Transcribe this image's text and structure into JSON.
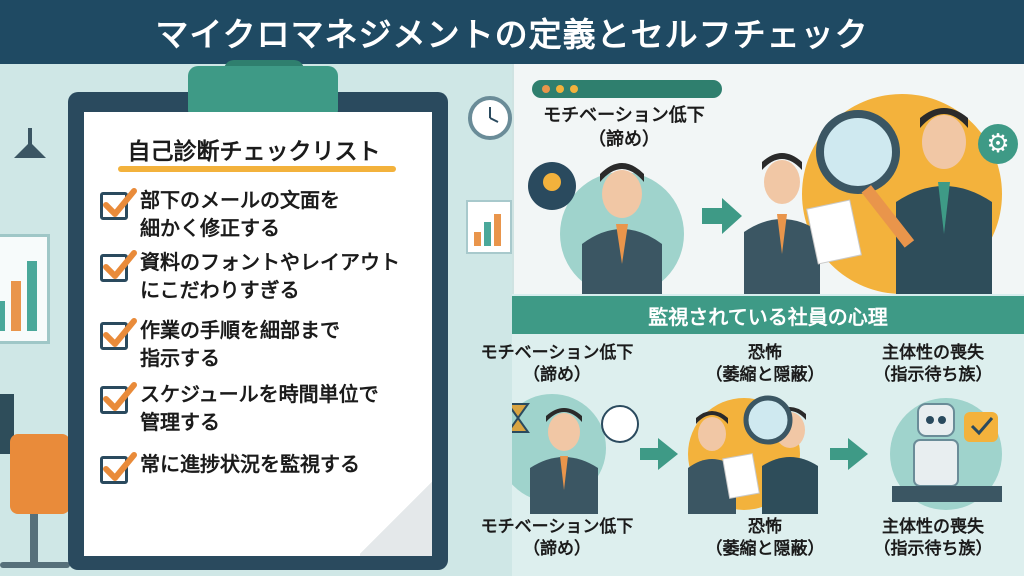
{
  "header": {
    "title": "マイクロマネジメントの定義とセルフチェック"
  },
  "checklist": {
    "title": "自己診断チェックリスト",
    "items": [
      {
        "line1": "部下のメールの文面を",
        "line2": "細かく修正する"
      },
      {
        "line1": "資料のフォントやレイアウト",
        "line2": "にこだわりすぎる"
      },
      {
        "line1": "作業の手順を細部まで",
        "line2": "指示する"
      },
      {
        "line1": "スケジュールを時間単位で",
        "line2": "管理する"
      },
      {
        "line1": "常に進捗状況を監視する",
        "line2": ""
      }
    ]
  },
  "top_scene": {
    "label_line1": "モチベーション低下",
    "label_line2": "（諦め）"
  },
  "bottom_panel": {
    "title": "監視されている社員の心理",
    "stages_top": [
      {
        "line1": "モチベーション低下",
        "line2": "（諦め）"
      },
      {
        "line1": "恐怖",
        "line2": "（萎縮と隠蔽）"
      },
      {
        "line1": "主体性の喪失",
        "line2": "（指示待ち族）"
      }
    ],
    "stages_bottom": [
      {
        "line1": "モチベーション低下",
        "line2": "（諦め）"
      },
      {
        "line1": "恐怖",
        "line2": "（萎縮と隠蔽）"
      },
      {
        "line1": "主体性の喪失",
        "line2": "（指示待ち族）"
      }
    ]
  },
  "colors": {
    "header": "#1f4a63",
    "accent_teal": "#3e9a86",
    "accent_orange": "#e9954b",
    "highlight_yellow": "#f3b23c"
  }
}
